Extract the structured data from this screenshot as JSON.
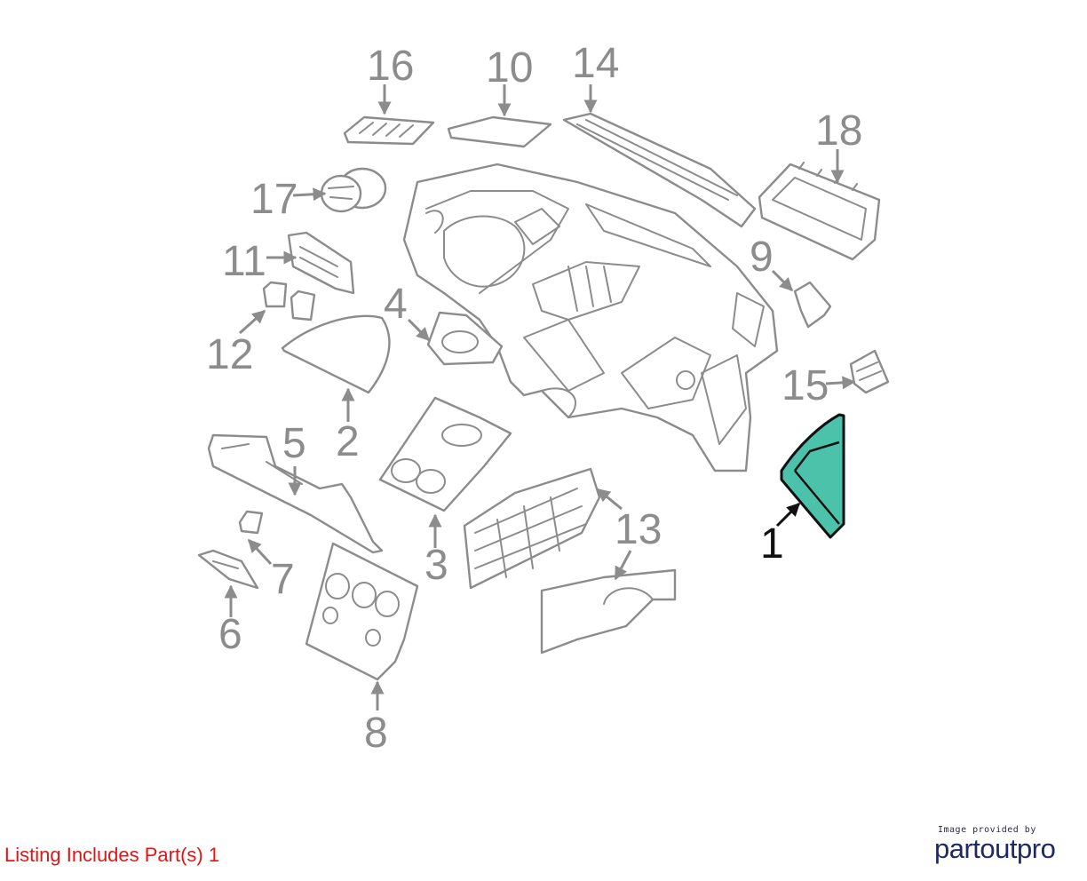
{
  "callouts": {
    "c1": "1",
    "c2": "2",
    "c3": "3",
    "c4": "4",
    "c5": "5",
    "c6": "6",
    "c7": "7",
    "c8": "8",
    "c9": "9",
    "c10": "10",
    "c11": "11",
    "c12": "12",
    "c13": "13",
    "c14": "14",
    "c15": "15",
    "c16": "16",
    "c17": "17",
    "c18": "18"
  },
  "highlighted_part": "1",
  "colors": {
    "highlight_fill": "#4cc2ab",
    "listing_text": "#e01616",
    "brand": "#1e2a66"
  },
  "footer": {
    "listing_text": "Listing Includes Part(s) 1",
    "provided_by": "Image provided by",
    "brand_name": "partoutpro"
  }
}
